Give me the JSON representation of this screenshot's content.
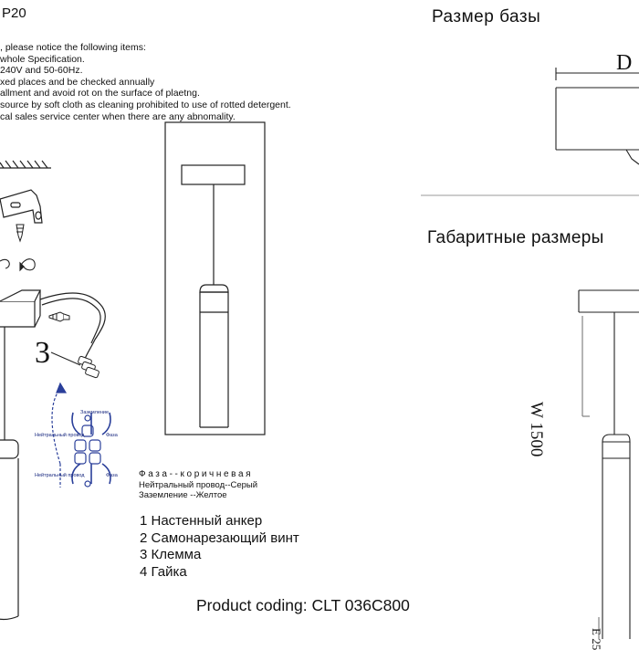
{
  "header": {
    "ip_rating": "P20",
    "notes": [
      ", please notice the following items:",
      " whole Specification.",
      "240V and 50-60Hz.",
      "xed places and be checked annually",
      "allment and avoid rot on the surface of plaetng.",
      "source by soft cloth as cleaning prohibited to use of rotted detergent.",
      "cal sales service center when there are any abnomality."
    ]
  },
  "base_size": {
    "title": "Размер базы",
    "d_label": "D"
  },
  "overall_dims": {
    "title": "Габаритные размеры",
    "w_label": "W 1500",
    "e_label": "E 25"
  },
  "installation": {
    "callout_number": "3",
    "mini_labels": {
      "ground": "Заземление",
      "neutral_top": "Нейтральный провод",
      "phase_top": "Фаза",
      "neutral_bottom": "Нейтральный провод",
      "phase_bottom": "Фаза"
    }
  },
  "wiring": {
    "phase": "Фаза--коричневая",
    "neutral": "Нейтральный провод--Серый",
    "ground": "Заземление --Желтое"
  },
  "parts": [
    "1 Настенный анкер",
    "2 Самонарезающий винт",
    "3 Клемма",
    "4 Гайка"
  ],
  "footer": {
    "product_coding": "Product coding: CLT 036C800"
  },
  "colors": {
    "line": "#222222",
    "wiring_blue": "#2a3f9a"
  }
}
